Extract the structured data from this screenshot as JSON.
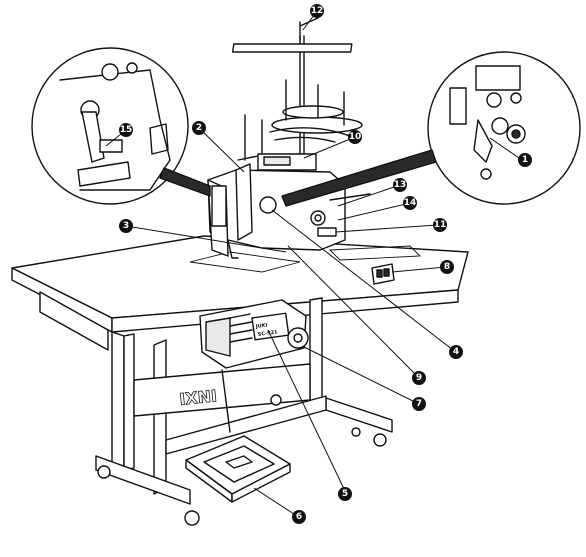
{
  "callouts": [
    {
      "id": "1",
      "label": "1"
    },
    {
      "id": "2",
      "label": "2"
    },
    {
      "id": "3",
      "label": "3"
    },
    {
      "id": "4",
      "label": "4"
    },
    {
      "id": "5",
      "label": "5"
    },
    {
      "id": "6",
      "label": "6"
    },
    {
      "id": "7",
      "label": "7"
    },
    {
      "id": "8",
      "label": "8"
    },
    {
      "id": "9",
      "label": "9"
    },
    {
      "id": "10",
      "label": "10"
    },
    {
      "id": "11",
      "label": "11"
    },
    {
      "id": "12",
      "label": "12"
    },
    {
      "id": "13",
      "label": "13"
    },
    {
      "id": "14",
      "label": "14"
    },
    {
      "id": "15",
      "label": "15"
    }
  ],
  "motor_label": {
    "brand": "JUKI",
    "model": "SC-921"
  }
}
